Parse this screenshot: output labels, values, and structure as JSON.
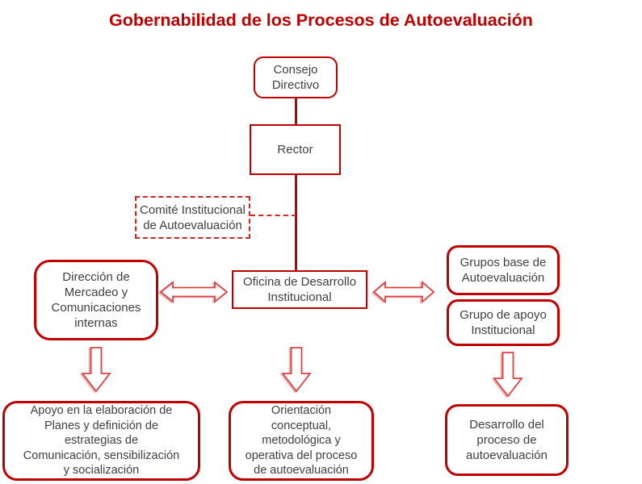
{
  "title": "Gobernabilidad de los Procesos de Autoevaluación",
  "colors": {
    "accent": "#c00000",
    "arrow_stroke": "#dd4040",
    "arrow_shadow": "#f3b6b6",
    "text": "#3f3f3f",
    "background": "#ffffff"
  },
  "nodes": {
    "consejo": "Consejo\nDirectivo",
    "rector": "Rector",
    "comite": "Comité Institucional\nde Autoevaluación",
    "oficina": "Oficina de Desarrollo\nInstitucional",
    "direccion": "Dirección de\nMercadeo y\nComunicaciones\ninternas",
    "grupos_base": "Grupos base de\nAutoevaluación",
    "grupo_apoyo": "Grupo de apoyo\nInstitucional",
    "apoyo_elaboracion": "Apoyo en la elaboración de\nPlanes y definición de\nestrategias de\nComunicación, sensibilización\ny socialización",
    "orientacion": "Orientación\nconceptual,\nmetodológica y\noperativa del proceso\nde autoevaluación",
    "desarrollo": "Desarrollo del\nproceso de\nautoevaluación"
  }
}
